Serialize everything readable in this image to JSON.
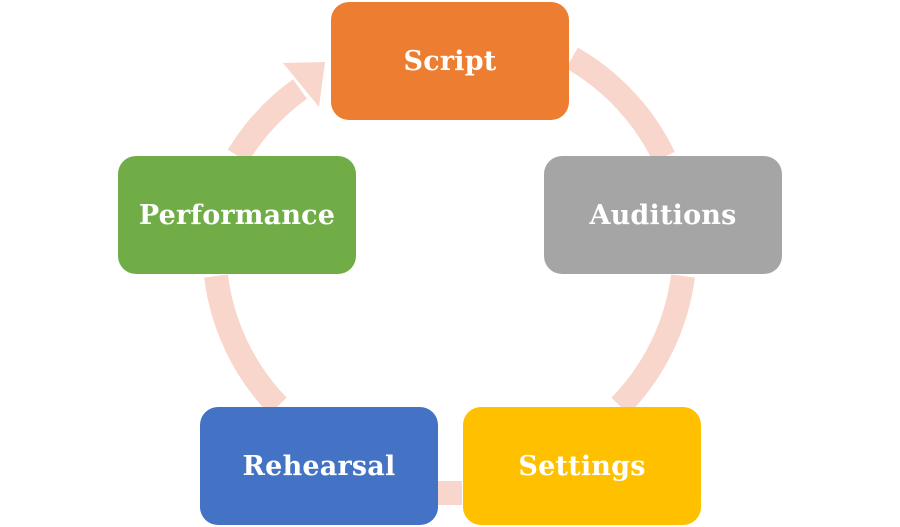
{
  "colors": {
    "arrow": "#f8d6cc",
    "script": "#ed7d31",
    "auditions": "#a5a5a5",
    "settings": "#ffc000",
    "rehearsal": "#4472c4",
    "performance": "#70ad47",
    "text": "#ffffff"
  },
  "nodes": {
    "script": "Script",
    "auditions": "Auditions",
    "settings": "Settings",
    "rehearsal": "Rehearsal",
    "performance": "Performance"
  }
}
